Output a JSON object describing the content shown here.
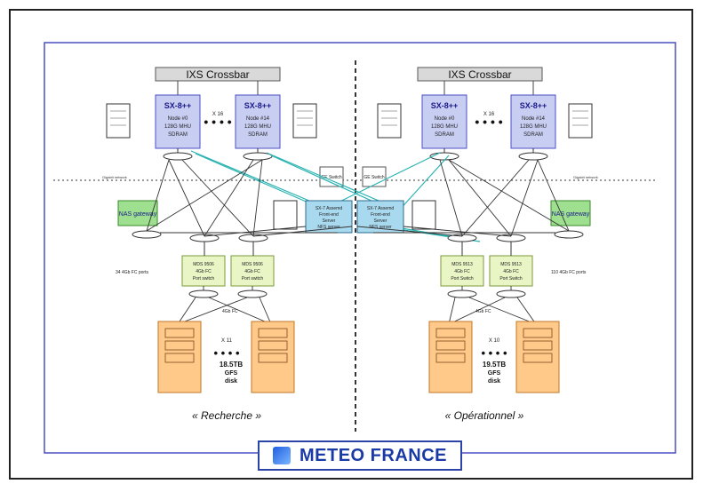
{
  "crossbar": {
    "left": "IXS Crossbar",
    "right": "IXS Crossbar"
  },
  "nodes": {
    "title": "SX-8++",
    "left_a": [
      "Node #0",
      "128G MHU",
      "SDRAM"
    ],
    "left_b": [
      "Node #14",
      "128G MHU",
      "SDRAM"
    ],
    "right_a": [
      "Node #0",
      "128G MHU",
      "SDRAM"
    ],
    "right_b": [
      "Node #14",
      "128G MHU",
      "SDRAM"
    ],
    "count_left": "X 16",
    "count_right": "X 16"
  },
  "gateway": {
    "left": "NAS gateway",
    "right": "NAS gateway"
  },
  "switch": {
    "left": "GE Switch",
    "right": "GE Switch"
  },
  "nfs_server": {
    "left": [
      "SX-7 Assemd",
      "Front-end",
      "Server",
      "NFS server"
    ],
    "right": [
      "SX-7 Assemd",
      "Front-end",
      "Server",
      "NFS server"
    ]
  },
  "fc_switch": {
    "left_a": [
      "MDS 9506",
      "4Gb FC",
      "Port switch"
    ],
    "left_b": [
      "MDS 9506",
      "4Gb FC",
      "Port switch"
    ],
    "right_a": [
      "MDS 9513",
      "4Gb FC",
      "Port Switch"
    ],
    "right_b": [
      "MDS 9513",
      "4Gb FC",
      "Port Switch"
    ]
  },
  "ports": {
    "left": "34 4Gb FC ports",
    "right": "110 4Gb FC ports"
  },
  "storage": {
    "left_count": "X 11",
    "right_count": "X 10",
    "left_capacity": [
      "18.5TB",
      "GFS",
      "disk"
    ],
    "right_capacity": [
      "19.5TB",
      "GFS",
      "disk"
    ]
  },
  "labels": {
    "recherche": "« Recherche »",
    "operationnel": "« Opérationnel »",
    "gigabit": "Gigabit network",
    "fc_small": "4Gb FC"
  },
  "logo": {
    "text": "METEO FRANCE"
  },
  "colors": {
    "node_fill": "#c8cdf2",
    "crossbar_fill": "#d9d9d9",
    "gateway_fill": "#9ee08f",
    "nfs_fill": "#a9d9ef",
    "fc_fill": "#eaf5c6",
    "storage_fill": "#ffc98a",
    "border_blue": "#4b4fc4",
    "logo_blue": "#1a3aa6"
  }
}
